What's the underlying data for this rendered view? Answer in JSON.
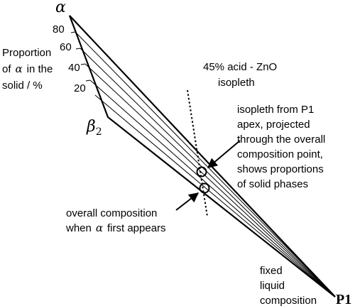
{
  "diagram": {
    "vertices": {
      "alpha": "α",
      "beta": "β",
      "beta_sub": "2",
      "p1": "P1"
    },
    "axis": {
      "title_line1": "Proportion",
      "title_line2_prefix": "of",
      "title_line2_symbol": "α",
      "title_line2_suffix": "in the",
      "title_line3": "solid / %",
      "ticks": [
        "80",
        "60",
        "40",
        "20"
      ]
    },
    "annotations": {
      "isopleth_zno_line1": "45% acid - ZnO",
      "isopleth_zno_line2": "isopleth",
      "isopleth_p1_line1": "isopleth from P1",
      "isopleth_p1_line2": "apex, projected",
      "isopleth_p1_line3": "through the overall",
      "isopleth_p1_line4": "composition point,",
      "isopleth_p1_line5": "shows proportions",
      "isopleth_p1_line6": "of solid phases",
      "overall_line1": "overall composition",
      "overall_line2_prefix": "when",
      "overall_line2_symbol": "α",
      "overall_line2_suffix": "first appears",
      "fixed_line1": "fixed",
      "fixed_line2": "liquid",
      "fixed_line3": "composition"
    }
  }
}
